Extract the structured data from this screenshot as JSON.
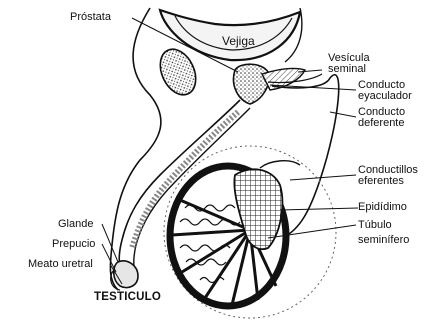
{
  "diagram": {
    "labels": {
      "prostata": "Próstata",
      "vejiga": "Vejiga",
      "vesicula_line1": "Vesícula",
      "vesicula_line2": "seminal",
      "eyaculador_line1": "Conducto",
      "eyaculador_line2": "eyaculador",
      "deferente_line1": "Conducto",
      "deferente_line2": "deferente",
      "eferentes_line1": "Conductillos",
      "eferentes_line2": "eferentes",
      "epididimo": "Epidídimo",
      "tubulo_line1": "Túbulo",
      "tubulo_line2": "seminífero",
      "glande": "Glande",
      "prepucio": "Prepucio",
      "meato": "Meato uretral",
      "testiculo": "TESTICULO"
    },
    "colors": {
      "ink": "#111111",
      "shade": "#9a9a9a",
      "paper": "#ffffff"
    }
  }
}
